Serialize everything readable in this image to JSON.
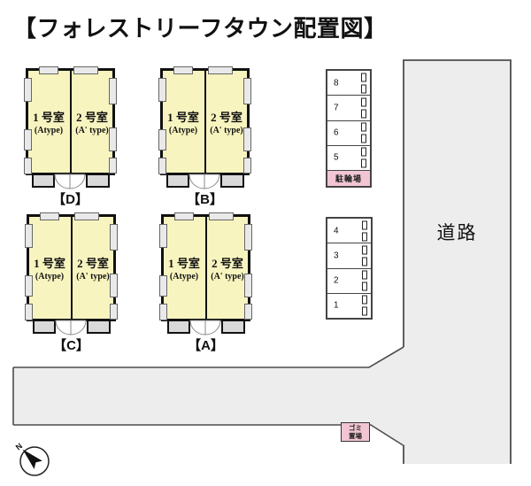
{
  "title": "【フォレストリーフタウン配置図】",
  "buildings": [
    {
      "label": "【D】",
      "rooms": [
        {
          "name": "1 号室",
          "type": "(Atype)"
        },
        {
          "name": "2 号室",
          "type": "(A' type)"
        }
      ]
    },
    {
      "label": "【B】",
      "rooms": [
        {
          "name": "1 号室",
          "type": "(Atype)"
        },
        {
          "name": "2 号室",
          "type": "(A' type)"
        }
      ]
    },
    {
      "label": "【C】",
      "rooms": [
        {
          "name": "1 号室",
          "type": "(Atype)"
        },
        {
          "name": "2 号室",
          "type": "(A' type)"
        }
      ]
    },
    {
      "label": "【A】",
      "rooms": [
        {
          "name": "1 号室",
          "type": "(Atype)"
        },
        {
          "name": "2 号室",
          "type": "(A' type)"
        }
      ]
    }
  ],
  "parking": {
    "upper": {
      "stalls": [
        "8",
        "7",
        "6",
        "5"
      ],
      "footer": "駐輪場"
    },
    "lower": {
      "stalls": [
        "4",
        "3",
        "2",
        "1"
      ]
    }
  },
  "road": {
    "label": "道路"
  },
  "trash": {
    "line1": "ゴミ",
    "line2": "置場"
  },
  "compass": {
    "label": "N"
  },
  "colors": {
    "building_fill": "#F8F4BF",
    "pink_fill": "#F2C5D3",
    "road_fill": "#EDEDED",
    "wall": "#111111"
  }
}
